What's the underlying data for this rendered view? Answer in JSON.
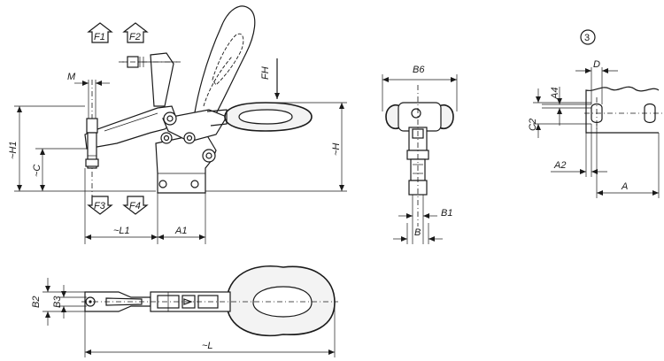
{
  "labels": {
    "F1": "F1",
    "F2": "F2",
    "F3": "F3",
    "F4": "F4",
    "M": "M",
    "FH": "FH",
    "H1": "~H1",
    "C": "~C",
    "H": "~H",
    "L1": "~L1",
    "A1": "A1",
    "B6": "B6",
    "B1": "B1",
    "B": "B",
    "D": "D",
    "A4": "A4",
    "C2": "C2",
    "A2": "A2",
    "A": "A",
    "B2": "B2",
    "B3": "B3",
    "L": "~L"
  },
  "detail_marker": "3"
}
